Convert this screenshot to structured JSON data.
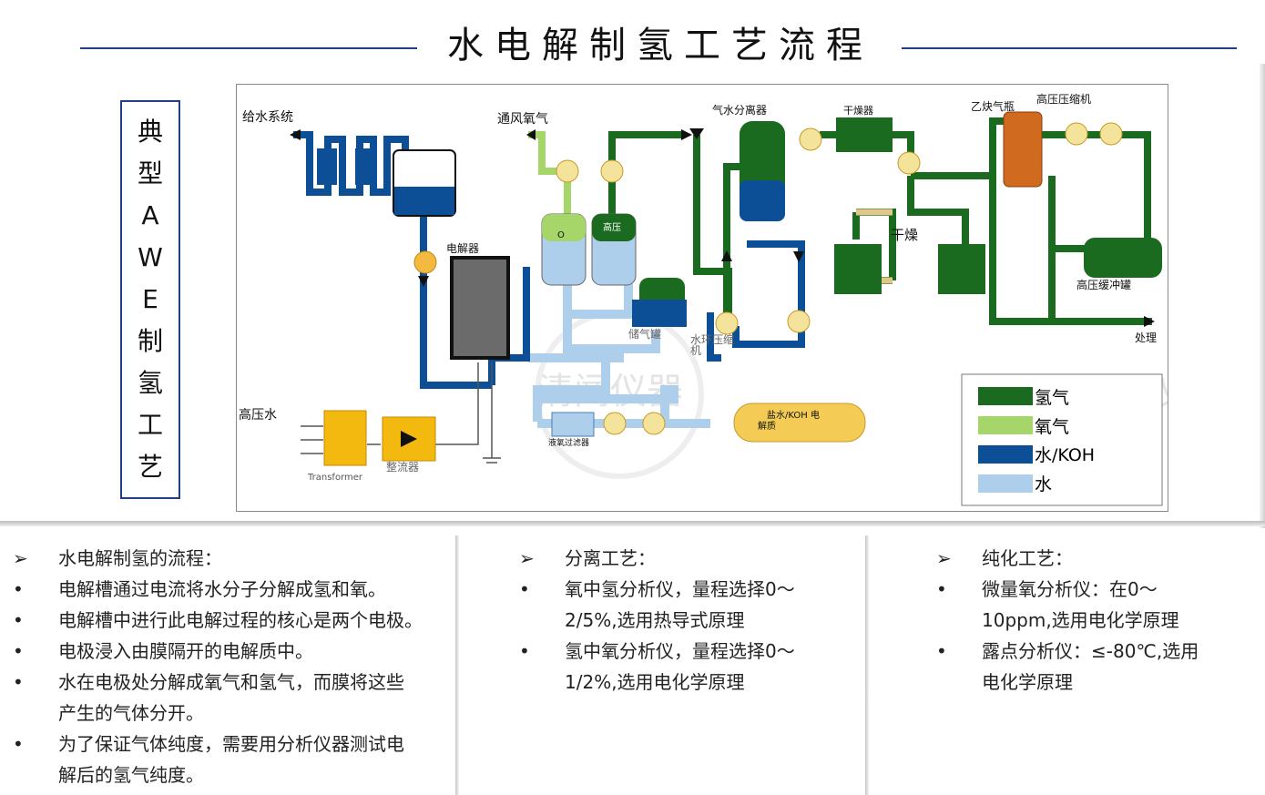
{
  "title": "水电解制氢工艺流程",
  "vertical_label": [
    "典",
    "型",
    "A",
    "W",
    "E",
    "制",
    "氢",
    "工",
    "艺"
  ],
  "diagram": {
    "labels": {
      "feed_water": "给水系统",
      "vent_oxygen": "通风氧气",
      "separator": "气水分离器",
      "dryer_top": "干燥器",
      "acetylene": "乙炔气瓶",
      "hp_compressor": "高压压缩机",
      "electrolyzer": "电解器",
      "o2_tank": "O",
      "hp_tank": "高压",
      "storage": "储气罐",
      "water_ring": "水环压缩",
      "water_ring2": "机",
      "dry": "干燥",
      "buffer": "高压缓冲罐",
      "process": "处理",
      "hp_water": "高压水",
      "transformer": "Transformer",
      "rectifier": "整流器",
      "filter": "液氧过滤器",
      "electrolyte": "盐水/KOH 电",
      "electrolyte2": "解质"
    },
    "legend": [
      {
        "label": "氢气",
        "color": "#1a6b1f"
      },
      {
        "label": "氧气",
        "color": "#a6d56a"
      },
      {
        "label": "水/KOH",
        "color": "#0d4f96"
      },
      {
        "label": "水",
        "color": "#aecfec"
      }
    ],
    "watermark": "清闻仪器"
  },
  "columns": [
    {
      "rows": [
        {
          "marker": "➢",
          "text": "水电解制氢的流程："
        },
        {
          "marker": "•",
          "text": "电解槽通过电流将水分子分解成氢和氧。"
        },
        {
          "marker": "•",
          "text": "电解槽中进行此电解过程的核心是两个电极。"
        },
        {
          "marker": "•",
          "text": "电极浸入由膜隔开的电解质中。"
        },
        {
          "marker": "•",
          "text": "水在电极处分解成氧气和氢气，而膜将这些"
        },
        {
          "marker": "",
          "text": "产生的气体分开。"
        },
        {
          "marker": "•",
          "text": "为了保证气体纯度，需要用分析仪器测试电"
        },
        {
          "marker": "",
          "text": "解后的氢气纯度。"
        }
      ]
    },
    {
      "rows": [
        {
          "marker": "➢",
          "text": "分离工艺："
        },
        {
          "marker": "•",
          "text": "氧中氢分析仪，量程选择0～"
        },
        {
          "marker": "",
          "text": "2/5%,选用热导式原理"
        },
        {
          "marker": "•",
          "text": "氢中氧分析仪，量程选择0～"
        },
        {
          "marker": "",
          "text": "1/2%,选用电化学原理"
        }
      ]
    },
    {
      "rows": [
        {
          "marker": "➢",
          "text": "纯化工艺："
        },
        {
          "marker": "•",
          "text": "微量氧分析仪：在0～"
        },
        {
          "marker": "",
          "text": "10ppm,选用电化学原理"
        },
        {
          "marker": "•",
          "text": "露点分析仪：≤-80℃,选用"
        },
        {
          "marker": "",
          "text": "电化学原理"
        }
      ]
    }
  ]
}
